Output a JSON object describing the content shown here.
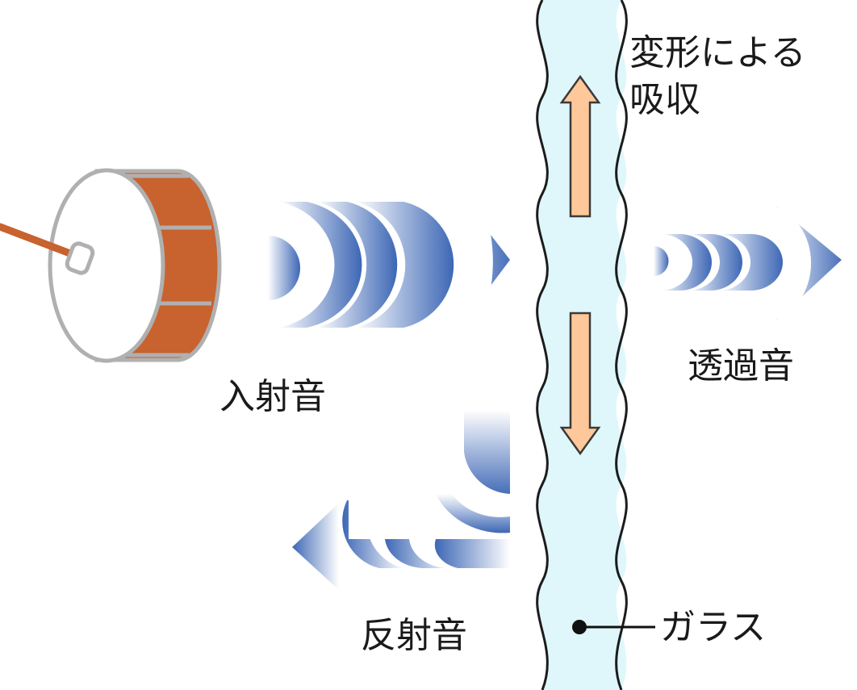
{
  "labels": {
    "incident": "入射音",
    "reflected": "反射音",
    "transmitted": "透過音",
    "absorption_line1": "変形による",
    "absorption_line2": "吸収",
    "glass": "ガラス"
  },
  "icons": {
    "drum": "drum-icon",
    "drumstick": "drumstick-icon",
    "deformation_arrows": "double-arrow-icon"
  },
  "colors": {
    "glass_fill": "#dff7fb",
    "glass_stroke": "#1c1c1c",
    "wave_blue": "#3d67b5",
    "drum_body": "#c8622e",
    "drum_rim": "#b0b0b0",
    "deform_arrow_fill": "#ffc89a",
    "deform_arrow_stroke": "#3a3a3a"
  }
}
